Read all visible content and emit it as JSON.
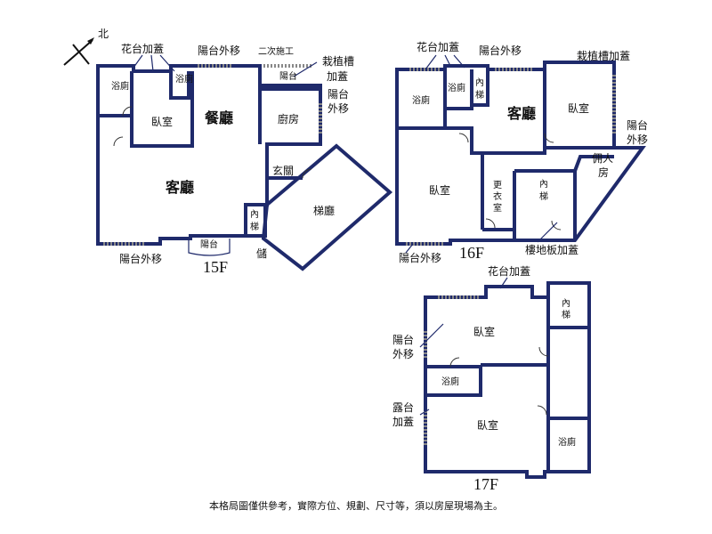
{
  "compass": {
    "label": "北"
  },
  "floors": {
    "f15": {
      "name": "15F",
      "rooms": {
        "flower_top": "花台加蓋",
        "bath": "浴廁",
        "bath2": "浴廁",
        "bedroom": "臥室",
        "dining": "餐廳",
        "balcony_top": "陽台外移",
        "second_work": "二次施工",
        "balcony_small": "陽台",
        "planter": "栽植槽",
        "planter2": "加蓋",
        "balcony_right1": "陽台",
        "balcony_right2": "外移",
        "kitchen": "廚房",
        "entry": "玄關",
        "living": "客廳",
        "stair_hall": "梯廳",
        "inner_stair1": "內",
        "inner_stair2": "梯",
        "storage": "儲",
        "balcony_bottom_small": "陽台",
        "balcony_bottom": "陽台外移"
      }
    },
    "f16": {
      "name": "16F",
      "rooms": {
        "flower_top": "花台加蓋",
        "balcony_top": "陽台外移",
        "planter_top": "栽植槽加蓋",
        "bath1": "浴廁",
        "bath2": "浴廁",
        "inner_stair1": "內",
        "inner_stair2": "梯",
        "living": "客廳",
        "bedroom1": "臥室",
        "balcony_right1": "陽台",
        "balcony_right2": "外移",
        "maid1": "佣人",
        "maid2": "房",
        "bedroom2": "臥室",
        "closet1": "更",
        "closet2": "衣",
        "closet3": "室",
        "inner_stair3": "內",
        "inner_stair4": "梯",
        "floor_slab": "樓地板加蓋",
        "balcony_bottom": "陽台外移"
      }
    },
    "f17": {
      "name": "17F",
      "rooms": {
        "flower_top": "花台加蓋",
        "inner_stair1": "內",
        "inner_stair2": "梯",
        "balcony_left1": "陽台",
        "balcony_left2": "外移",
        "bedroom1": "臥室",
        "bath1": "浴廁",
        "terrace1": "露台",
        "terrace2": "加蓋",
        "bedroom2": "臥室",
        "bath2": "浴廁"
      }
    }
  },
  "footer": {
    "note": "本格局圖僅供參考，實際方位、規劃、尺寸等，須以房屋現場為主。"
  }
}
